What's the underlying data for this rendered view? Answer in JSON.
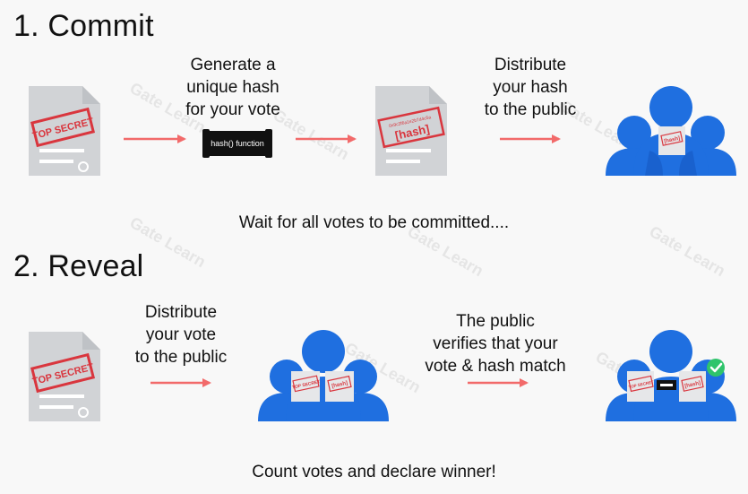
{
  "commit": {
    "heading": "1. Commit",
    "step_generate": [
      "Generate a",
      "unique hash",
      "for your vote"
    ],
    "step_distribute": [
      "Distribute",
      "your hash",
      "to the public"
    ],
    "hash_function_label": "hash() function",
    "hash_stamp": "[hash]",
    "hash_string": "0x9c3f6a1e2b7d4c5a",
    "wait_text": "Wait for all votes to be committed...."
  },
  "reveal": {
    "heading": "2. Reveal",
    "step_distribute_vote": [
      "Distribute",
      "your vote",
      "to the public"
    ],
    "step_verify": [
      "The public",
      "verifies that your",
      "vote & hash match"
    ],
    "final_text": "Count votes and declare winner!"
  },
  "stamps": {
    "top_secret": "TOP SECRET",
    "hash_small": "[hash]"
  },
  "watermark_text": "Gate Learn",
  "colors": {
    "arrow": "#f26a6a",
    "people_blue": "#1f6fe0",
    "people_shadow": "#1559c2",
    "document_gray": "#d1d3d6",
    "stamp_red": "#d9363e",
    "check_green": "#2fc46b"
  }
}
